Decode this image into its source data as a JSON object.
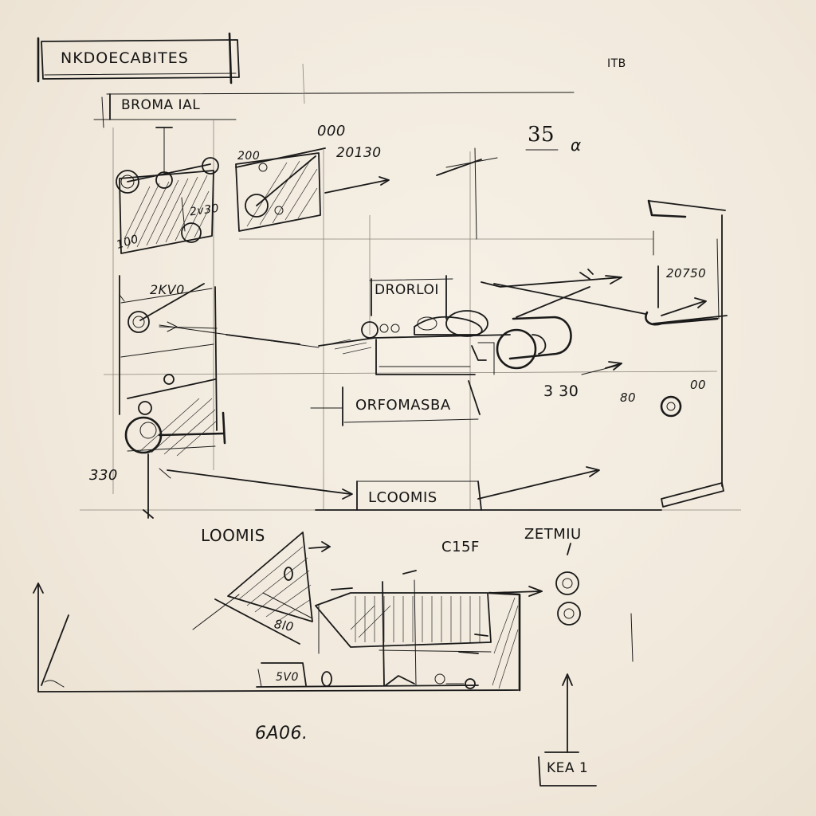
{
  "title_box": "NKDOECABITES",
  "corner_mark": "ITB",
  "section_label": "BROMA IAL",
  "labels": {
    "top_counter": "000",
    "top_year": "20130",
    "top_small": "200",
    "big_num": "35",
    "alpha_mark": "α",
    "mech1_note_a": "2v30",
    "mech1_note_b": "100",
    "left_panel_num": "2KV0",
    "left_bottom_num": "330",
    "center_box": "DRORLOI",
    "right_num": "20750",
    "mid_num": "3 30",
    "degree_a": "80",
    "degree_b": "00",
    "center_caption": "ORFOMASBA",
    "bottom_box": "LCOOMIS",
    "lower_left": "LOOMIS",
    "lower_mid": "C15F",
    "lower_right": "ZETMIU",
    "lower_note": "8l0",
    "lower_small": "5V0",
    "footer_left": "6A06.",
    "footer_box": "KEA 1"
  }
}
